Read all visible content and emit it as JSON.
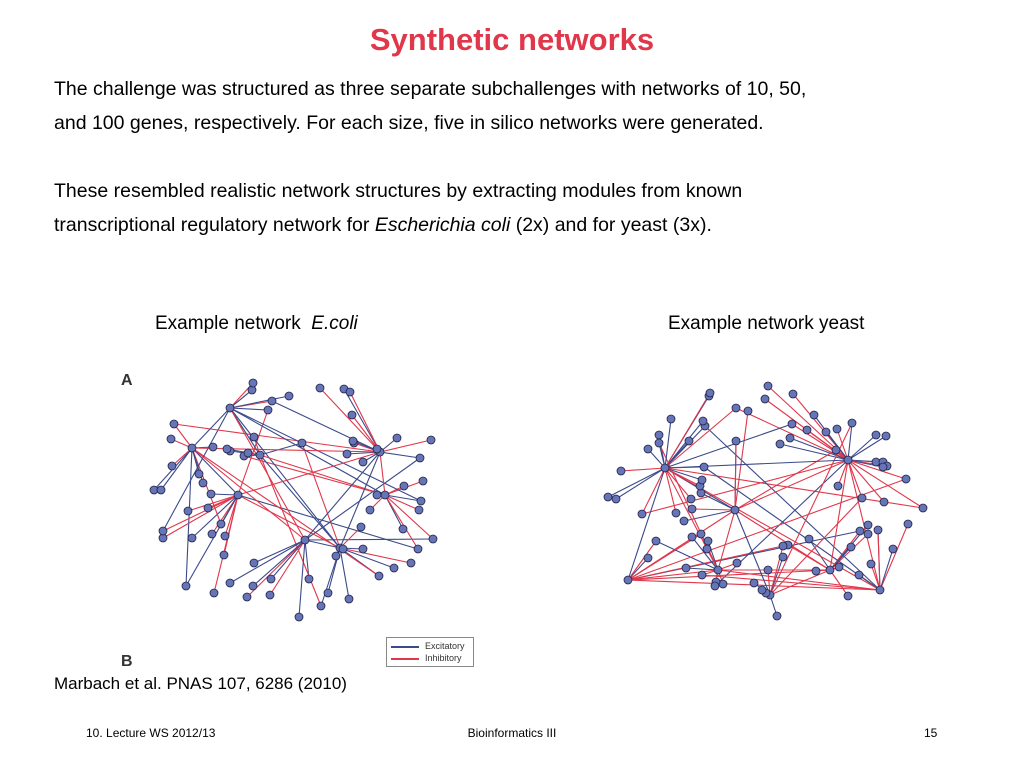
{
  "title": "Synthetic networks",
  "paragraph1": {
    "line1": "The challenge was structured as three separate subchallenges with networks of 10, 50,",
    "line2": "and 100 genes, respectively. For each size, five in silico networks were generated."
  },
  "paragraph2": {
    "line1": "These resembled realistic network structures by extracting modules from known",
    "line2_pre": "transcriptional regulatory network for ",
    "line2_italic": "Escherichia coli",
    "line2_post": " (2x) and for yeast (3x)."
  },
  "captions": {
    "left_prefix": "Example network ",
    "left_italic": "E.coli",
    "right": "Example network yeast"
  },
  "figure": {
    "panel_a": "A",
    "panel_b": "B",
    "legend_excitatory": "Excitatory",
    "legend_inhibitory": "Inhibitory"
  },
  "colors": {
    "excitatory": "#3b4a8a",
    "inhibitory": "#e0374b",
    "node_fill": "#6674b8",
    "node_stroke": "#222244",
    "title": "#e0374b"
  },
  "citation": "Marbach et al. PNAS 107, 6286 (2010)",
  "footer": {
    "left": "10. Lecture WS 2012/13",
    "center": "Bioinformatics III",
    "right": "15"
  }
}
